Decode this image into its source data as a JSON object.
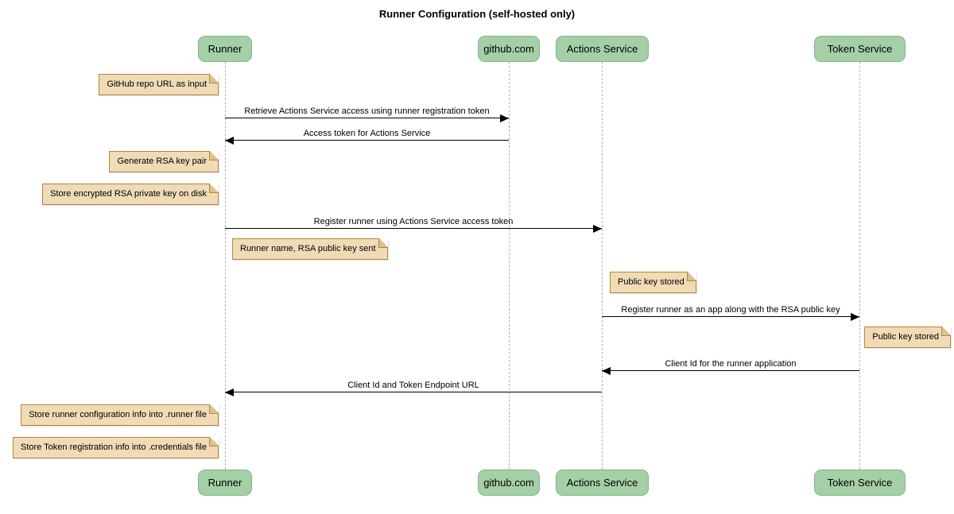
{
  "title": "Runner Configuration (self-hosted only)",
  "participants": [
    {
      "name": "Runner"
    },
    {
      "name": "github.com"
    },
    {
      "name": "Actions Service"
    },
    {
      "name": "Token Service"
    }
  ],
  "notes": [
    {
      "text": "GitHub repo URL as input",
      "position": "left of Runner"
    },
    {
      "text": "Generate RSA key pair",
      "position": "left of Runner"
    },
    {
      "text": "Store encrypted RSA private key on disk",
      "position": "left of Runner"
    },
    {
      "text": "Runner name, RSA public key sent",
      "position": "right of Runner"
    },
    {
      "text": "Public key stored",
      "position": "right of Actions Service"
    },
    {
      "text": "Public key stored",
      "position": "right of Token Service"
    },
    {
      "text": "Store runner configuration info into .runner file",
      "position": "left of Runner"
    },
    {
      "text": "Store Token registration info into .credentials file",
      "position": "left of Runner"
    }
  ],
  "messages": [
    {
      "text": "Retrieve Actions Service access using runner registration token",
      "from": "Runner",
      "to": "github.com"
    },
    {
      "text": "Access token for Actions Service",
      "from": "github.com",
      "to": "Runner"
    },
    {
      "text": "Register runner using Actions Service access token",
      "from": "Runner",
      "to": "Actions Service"
    },
    {
      "text": "Register runner as an app along with the RSA public key",
      "from": "Actions Service",
      "to": "Token Service"
    },
    {
      "text": "Client Id for the runner application",
      "from": "Token Service",
      "to": "Actions Service"
    },
    {
      "text": "Client Id and Token Endpoint URL",
      "from": "Actions Service",
      "to": "Runner"
    }
  ],
  "colors": {
    "participant_fill": "#a5cfa6",
    "participant_border": "#81b588",
    "note_fill": "#f0dbb6",
    "note_border": "#b5873a",
    "lifeline": "#b3b3b3",
    "arrow": "#000000",
    "background": "#ffffff"
  }
}
